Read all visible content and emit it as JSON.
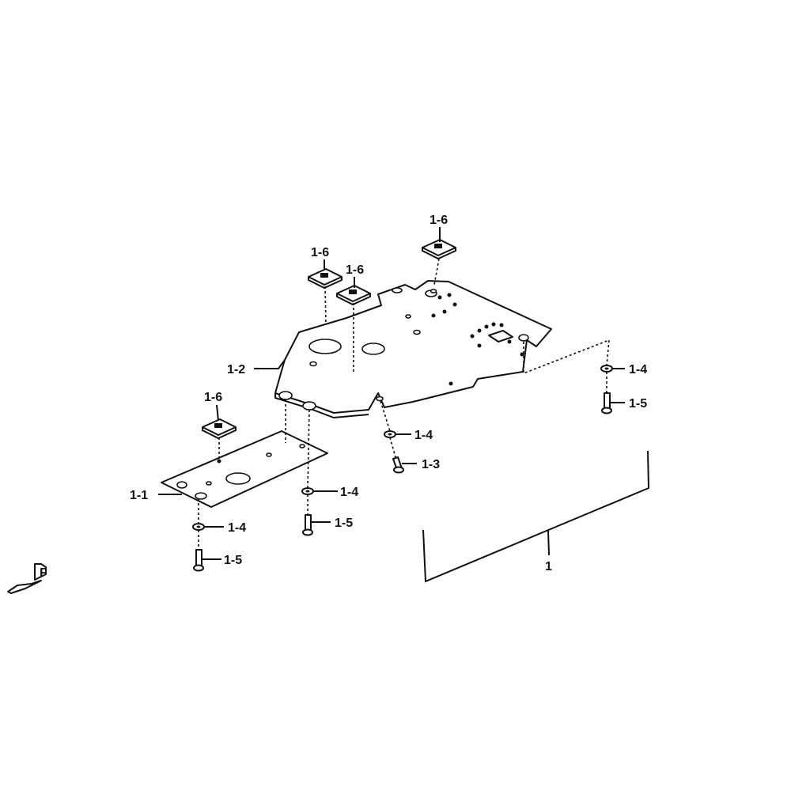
{
  "callouts": {
    "c_1": "1",
    "c_1_1": "1-1",
    "c_1_2": "1-2",
    "c_1_3": "1-3",
    "c_1_4_a": "1-4",
    "c_1_4_b": "1-4",
    "c_1_4_c": "1-4",
    "c_1_4_d": "1-4",
    "c_1_5_a": "1-5",
    "c_1_5_b": "1-5",
    "c_1_5_c": "1-5",
    "c_1_6_a": "1-6",
    "c_1_6_b": "1-6",
    "c_1_6_c": "1-6",
    "c_1_6_d": "1-6"
  },
  "direction_marker": "F",
  "colors": {
    "ink": "#111111",
    "paper": "#ffffff"
  }
}
